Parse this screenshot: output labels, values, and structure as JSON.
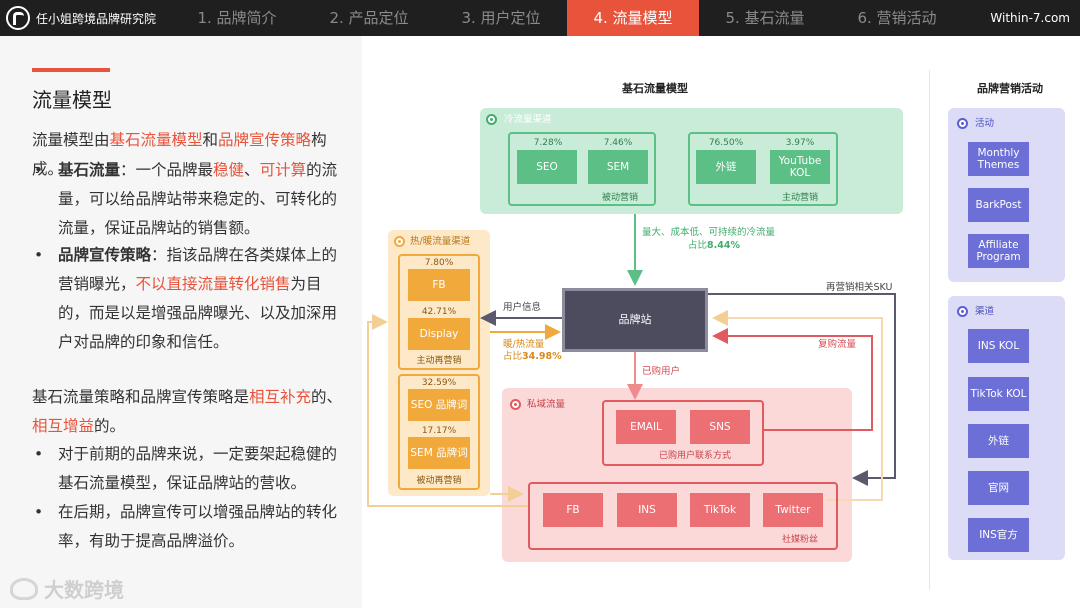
{
  "header": {
    "brand": "任小姐跨境品牌研究院",
    "tabs": [
      "1. 品牌简介",
      "2. 产品定位",
      "3. 用户定位",
      "4. 流量模型",
      "5. 基石流量",
      "6. 营销活动"
    ],
    "active_tab": "4. 流量模型",
    "site": "Within-7.com"
  },
  "left": {
    "title": "流量模型",
    "intro_pre": "流量模型由",
    "intro_hl1": "基石流量模型",
    "intro_mid": "和",
    "intro_hl2": "品牌宣传策略",
    "intro_post": "构成。",
    "b1_head": "基石流量",
    "b1_pre": "：一个品牌最",
    "b1_hl1": "稳健",
    "b1_sep": "、",
    "b1_hl2": "可计算",
    "b1_post": "的流量，可以给品牌站带来稳定的、可转化的流量，保证品牌站的销售额。",
    "b2_head": "品牌宣传策略",
    "b2_pre": "：指该品牌在各类媒体上的营销曝光，",
    "b2_hl": "不以直接流量转化销售",
    "b2_post": "为目的，而是以是增强品牌曝光、以及加深用户对品牌的印象和信任。",
    "p2_pre": "基石流量策略和品牌宣传策略是",
    "p2_hl1": "相互补充",
    "p2_mid": "的、",
    "p2_hl2": "相互增益",
    "p2_post": "的。",
    "b3": "对于前期的品牌来说，一定要架起稳健的基石流量模型，保证品牌站的营收。",
    "b4": "在后期，品牌宣传可以增强品牌站的转化率，有助于提高品牌溢价。",
    "watermark": "大数跨境"
  },
  "diagram": {
    "title": "基石流量模型",
    "cold": {
      "title": "冷流量渠道",
      "passive": {
        "label": "被动营销",
        "items": [
          {
            "pct": "7.28%",
            "name": "SEO"
          },
          {
            "pct": "7.46%",
            "name": "SEM"
          }
        ]
      },
      "active": {
        "label": "主动营销",
        "items": [
          {
            "pct": "76.50%",
            "name": "外链"
          },
          {
            "pct": "3.97%",
            "name": "YouTube KOL"
          }
        ]
      }
    },
    "cold_arrow_line1": "量大、成本低、可持续的冷流量",
    "cold_arrow_line2_pre": "占比",
    "cold_arrow_line2_val": "8.44%",
    "warm": {
      "title": "热/暖流量渠道",
      "active": {
        "label": "主动再营销",
        "items": [
          {
            "pct": "7.80%",
            "name": "FB"
          },
          {
            "pct": "42.71%",
            "name": "Display"
          }
        ]
      },
      "passive": {
        "label": "被动再营销",
        "items": [
          {
            "pct": "32.59%",
            "name": "SEO 品牌词"
          },
          {
            "pct": "17.17%",
            "name": "SEM 品牌词"
          }
        ]
      }
    },
    "site": "品牌站",
    "user_info": "用户信息",
    "warm_flow_line1": "暖/热流量",
    "warm_flow_line2_pre": "占比",
    "warm_flow_line2_val": "34.98%",
    "remarketing_sku": "再营销相关SKU",
    "repurchase": "复购流量",
    "purchased": "已购用户",
    "private": {
      "title": "私域流量",
      "contact": {
        "label": "已购用户联系方式",
        "items": [
          "EMAIL",
          "SNS"
        ]
      },
      "social": {
        "label": "社媒粉丝",
        "items": [
          "FB",
          "INS",
          "TikTok",
          "Twitter"
        ]
      }
    }
  },
  "marketing": {
    "title": "品牌营销活动",
    "activities": {
      "title": "活动",
      "items": [
        "Monthly Themes",
        "BarkPost",
        "Affiliate Program"
      ]
    },
    "channels": {
      "title": "渠道",
      "items": [
        "INS KOL",
        "TikTok KOL",
        "外链",
        "官网",
        "INS官方"
      ]
    }
  },
  "colors": {
    "accent": "#e8533b",
    "green_zone": "#c9ecd8",
    "green_box": "#5cbf86",
    "orange_zone": "#fde8c7",
    "orange_box": "#f0a93a",
    "pink_zone": "#fbd9d9",
    "pink_box": "#ec6f73",
    "dark_box": "#4c4c5e",
    "purple_zone": "#dcdcf7",
    "purple_box": "#6b6fd6"
  }
}
